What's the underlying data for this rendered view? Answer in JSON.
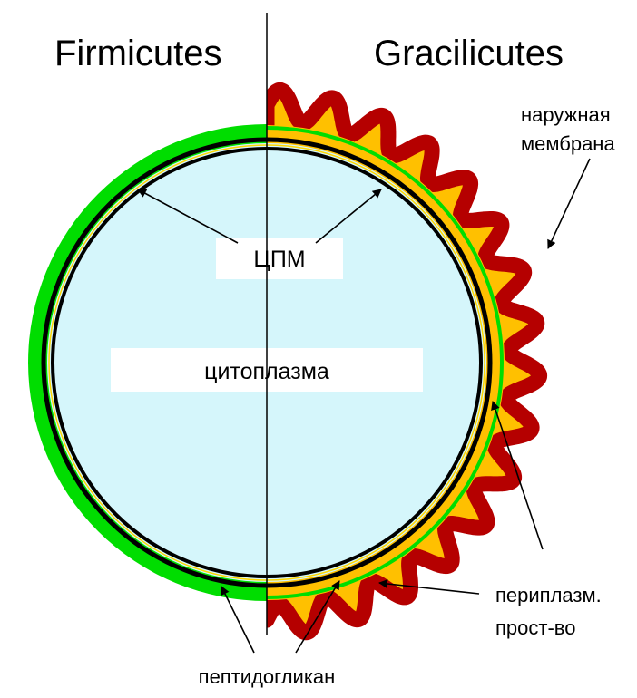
{
  "titles": {
    "left": "Firmicutes",
    "right": "Gracilicutes"
  },
  "labels": {
    "outer_membrane_line1": "наружная",
    "outer_membrane_line2": "мембрана",
    "cpm": "ЦПМ",
    "cytoplasm": "цитоплазма",
    "periplasm_line1": "периплазм.",
    "periplasm_line2": "прост-во",
    "peptidoglycan": "пептидогликан"
  },
  "colors": {
    "cytoplasm": "#d5f6fb",
    "peptidoglycan": "#00dd00",
    "periplasm": "#ffc000",
    "outer_membrane": "#b50000",
    "membrane": "#000000",
    "membrane_inner_line": "#ffd700"
  }
}
